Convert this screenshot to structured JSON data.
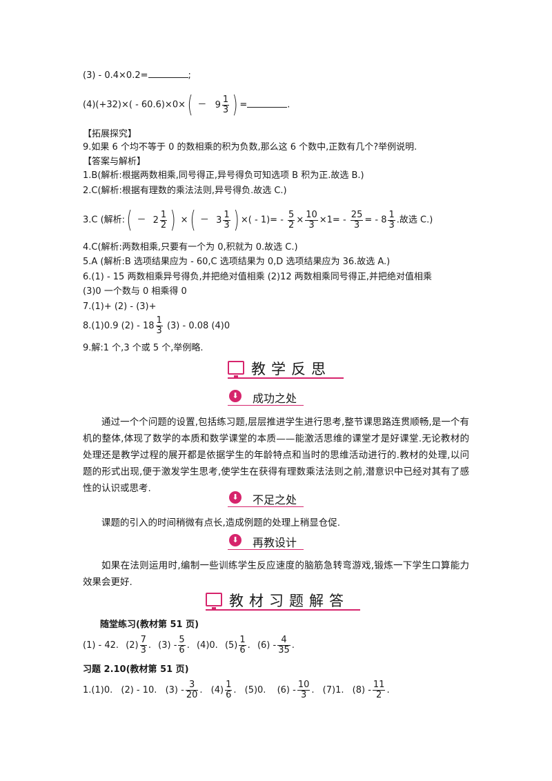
{
  "exercise": {
    "q3": "(3)  - 0.4×0.2=",
    "q3_end": ";",
    "q4_pre": "(4)(+32)×( - 60.6)×0×",
    "q4_minus": "－",
    "q4_whole": "9",
    "q4_num": "1",
    "q4_den": "3",
    "q4_post": "=",
    "q4_end": "."
  },
  "extension": {
    "heading": "【拓展探究】",
    "q9": "9.如果 6 个均不等于 0 的数相乘的积为负数,那么这 6 个数中,正数有几个?举例说明."
  },
  "answers": {
    "heading": "【答案与解析】",
    "a1": "1.B(解析:根据两数相乘,同号得正,异号得负可知选项 B 积为正.故选 B.)",
    "a2": "2.C(解析:根据有理数的乘法法则,异号得负.故选 C.)",
    "a3": {
      "prefix": "3.C  (解析:",
      "m1": "－",
      "w1": "2",
      "n1": "1",
      "d1": "2",
      "times": "×",
      "m2": "－",
      "w2": "3",
      "n2": "1",
      "d2": "3",
      "mid": "×( - 1)= -",
      "n3": "5",
      "d3": "2",
      "times2": "×",
      "n4": "10",
      "d4": "3",
      "mid2": "×1= -",
      "n5": "25",
      "d5": "3",
      "mid3": "= - 8",
      "n6": "1",
      "d6": "3",
      "suffix": ".故选 C.)"
    },
    "a4": "4.C(解析:两数相乘,只要有一个为 0,积就为 0.故选 C.)",
    "a5": "5.A  (解析:B 选项结果应为  - 60,C 选项结果为 0,D 选项结果应为 36.故选 A.)",
    "a6_line1": "6.(1)  - 15     两数相乘异号得负,并把绝对值相乘     (2)12     两数相乘同号得正,并把绝对值相乘",
    "a6_line2": "(3)0     一个数与 0 相乘得 0",
    "a7": "7.(1)+    (2)  -      (3)+",
    "a8_pre": "8.(1)0.9    (2)  - 18",
    "a8_num": "1",
    "a8_den": "3",
    "a8_post": "    (3)  - 0.08    (4)0",
    "a9": "9.解:1 个,3 个或 5 个,举例略."
  },
  "reflection": {
    "title": "教学反思",
    "success_title": "成功之处",
    "success_text": "通过一个个问题的设置,包括练习题,层层推进学生进行思考,整节课思路连贯顺畅,是一个有机的整体,体现了数学的本质和数学课堂的本质——能激活思维的课堂才是好课堂.无论教材的处理还是教学过程的展开都是依据学生的年龄特点和当时的思维活动进行的.教材的处理,以问题的形式出现,便于激发学生思考,使学生在获得有理数乘法法则之前,潜意识中已经对其有了感性的认识或思考.",
    "shortcoming_title": "不足之处",
    "shortcoming_text": "课题的引入的时间稍微有点长,造成例题的处理上稍显仓促.",
    "redesign_title": "再教设计",
    "redesign_text": "如果在法则运用时,编制一些训练学生反应速度的脑筋急转弯游戏,锻炼一下学生口算能力效果会更好."
  },
  "textbook": {
    "title": "教材习题解答",
    "practice_heading": "随堂练习(教材第 51 页)",
    "p1": "(1)  - 42.",
    "p2": "(2)",
    "p2_num": "7",
    "p2_den": "3",
    "p2_end": ".",
    "p3": "(3)  -",
    "p3_num": "5",
    "p3_den": "6",
    "p3_end": ".",
    "p4": "(4)0.",
    "p5": "(5)",
    "p5_num": "1",
    "p5_den": "6",
    "p5_end": ".",
    "p6": "(6)  -",
    "p6_num": "4",
    "p6_den": "35",
    "p6_end": ".",
    "exercise_heading": "习题 2.10(教材第 51 页)",
    "e1": "1.(1)0.",
    "e2": "(2)  - 10.",
    "e3": "(3)  -",
    "e3_num": "3",
    "e3_den": "20",
    "e3_end": ".",
    "e4": "(4)",
    "e4_num": "1",
    "e4_den": "6",
    "e4_end": ".",
    "e5": "(5)0.",
    "e6": "(6)  -",
    "e6_num": "10",
    "e6_den": "3",
    "e6_end": ".",
    "e7": "(7)1.",
    "e8": "(8)  -",
    "e8_num": "11",
    "e8_den": "2",
    "e8_end": "."
  },
  "colors": {
    "accent": "#d6246c",
    "text": "#1a1a1a"
  },
  "icons": [
    "monitor-icon",
    "down-arrow-circle-icon"
  ]
}
